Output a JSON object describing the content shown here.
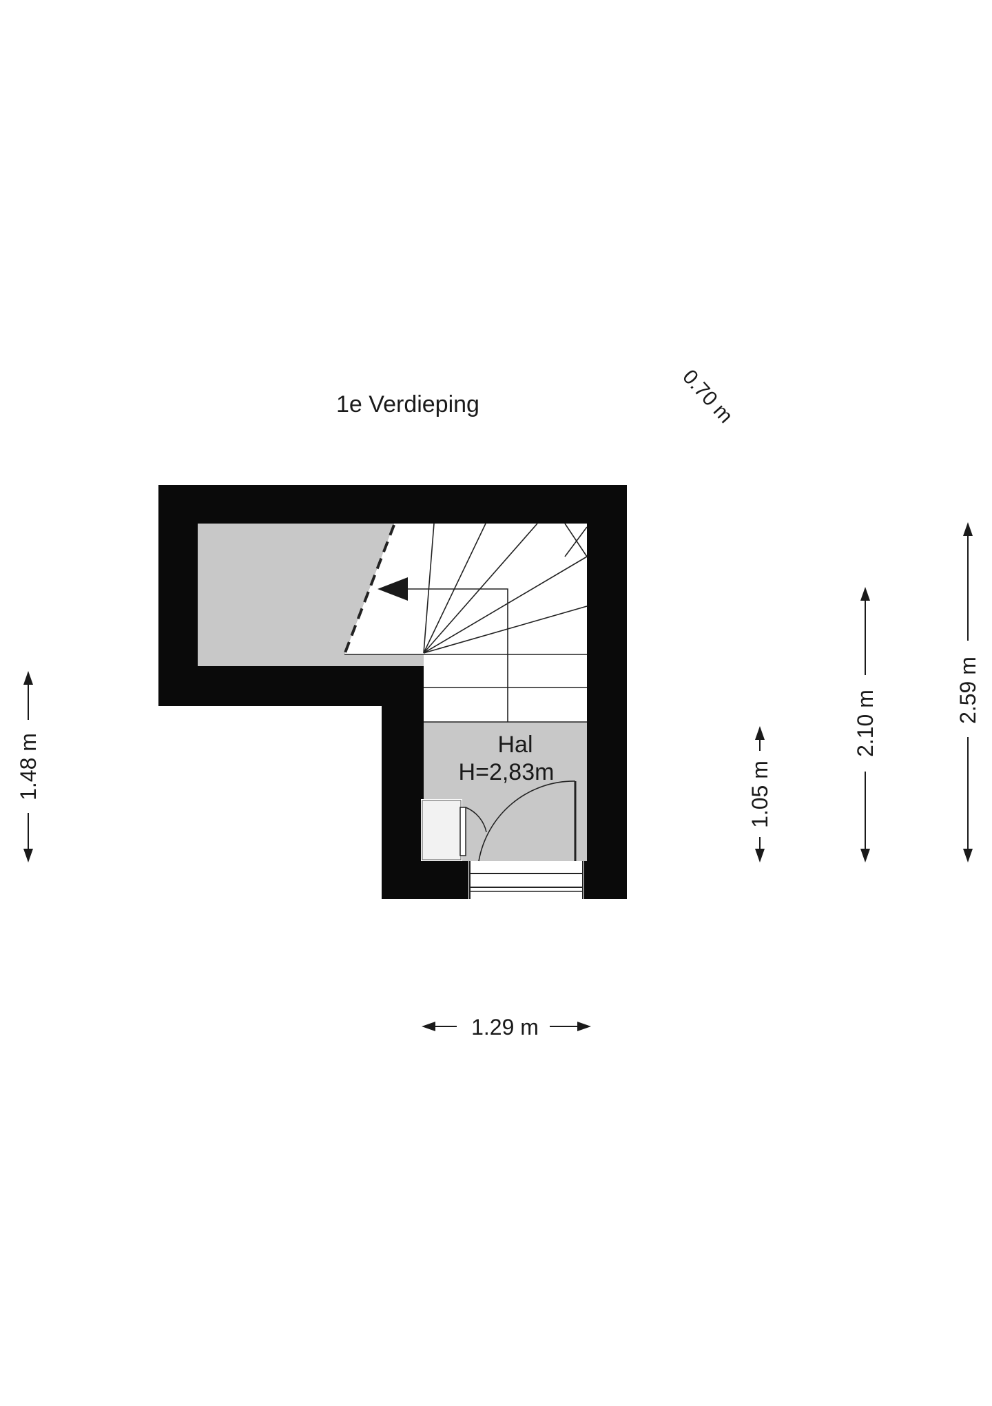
{
  "floor": {
    "title": "1e Verdieping"
  },
  "room": {
    "name": "Hal",
    "height": "H=2,83m"
  },
  "dimensions": {
    "diagonal": "0.70 m",
    "left_vertical": "1.48 m",
    "right_inner": "1.05 m",
    "right_middle": "2.10 m",
    "right_outer": "2.59 m",
    "bottom_horizontal": "1.29 m"
  },
  "colors": {
    "wall": "#0a0a0a",
    "floor_fill": "#c8c8c8",
    "stair_fill": "#ffffff",
    "line": "#222222"
  }
}
